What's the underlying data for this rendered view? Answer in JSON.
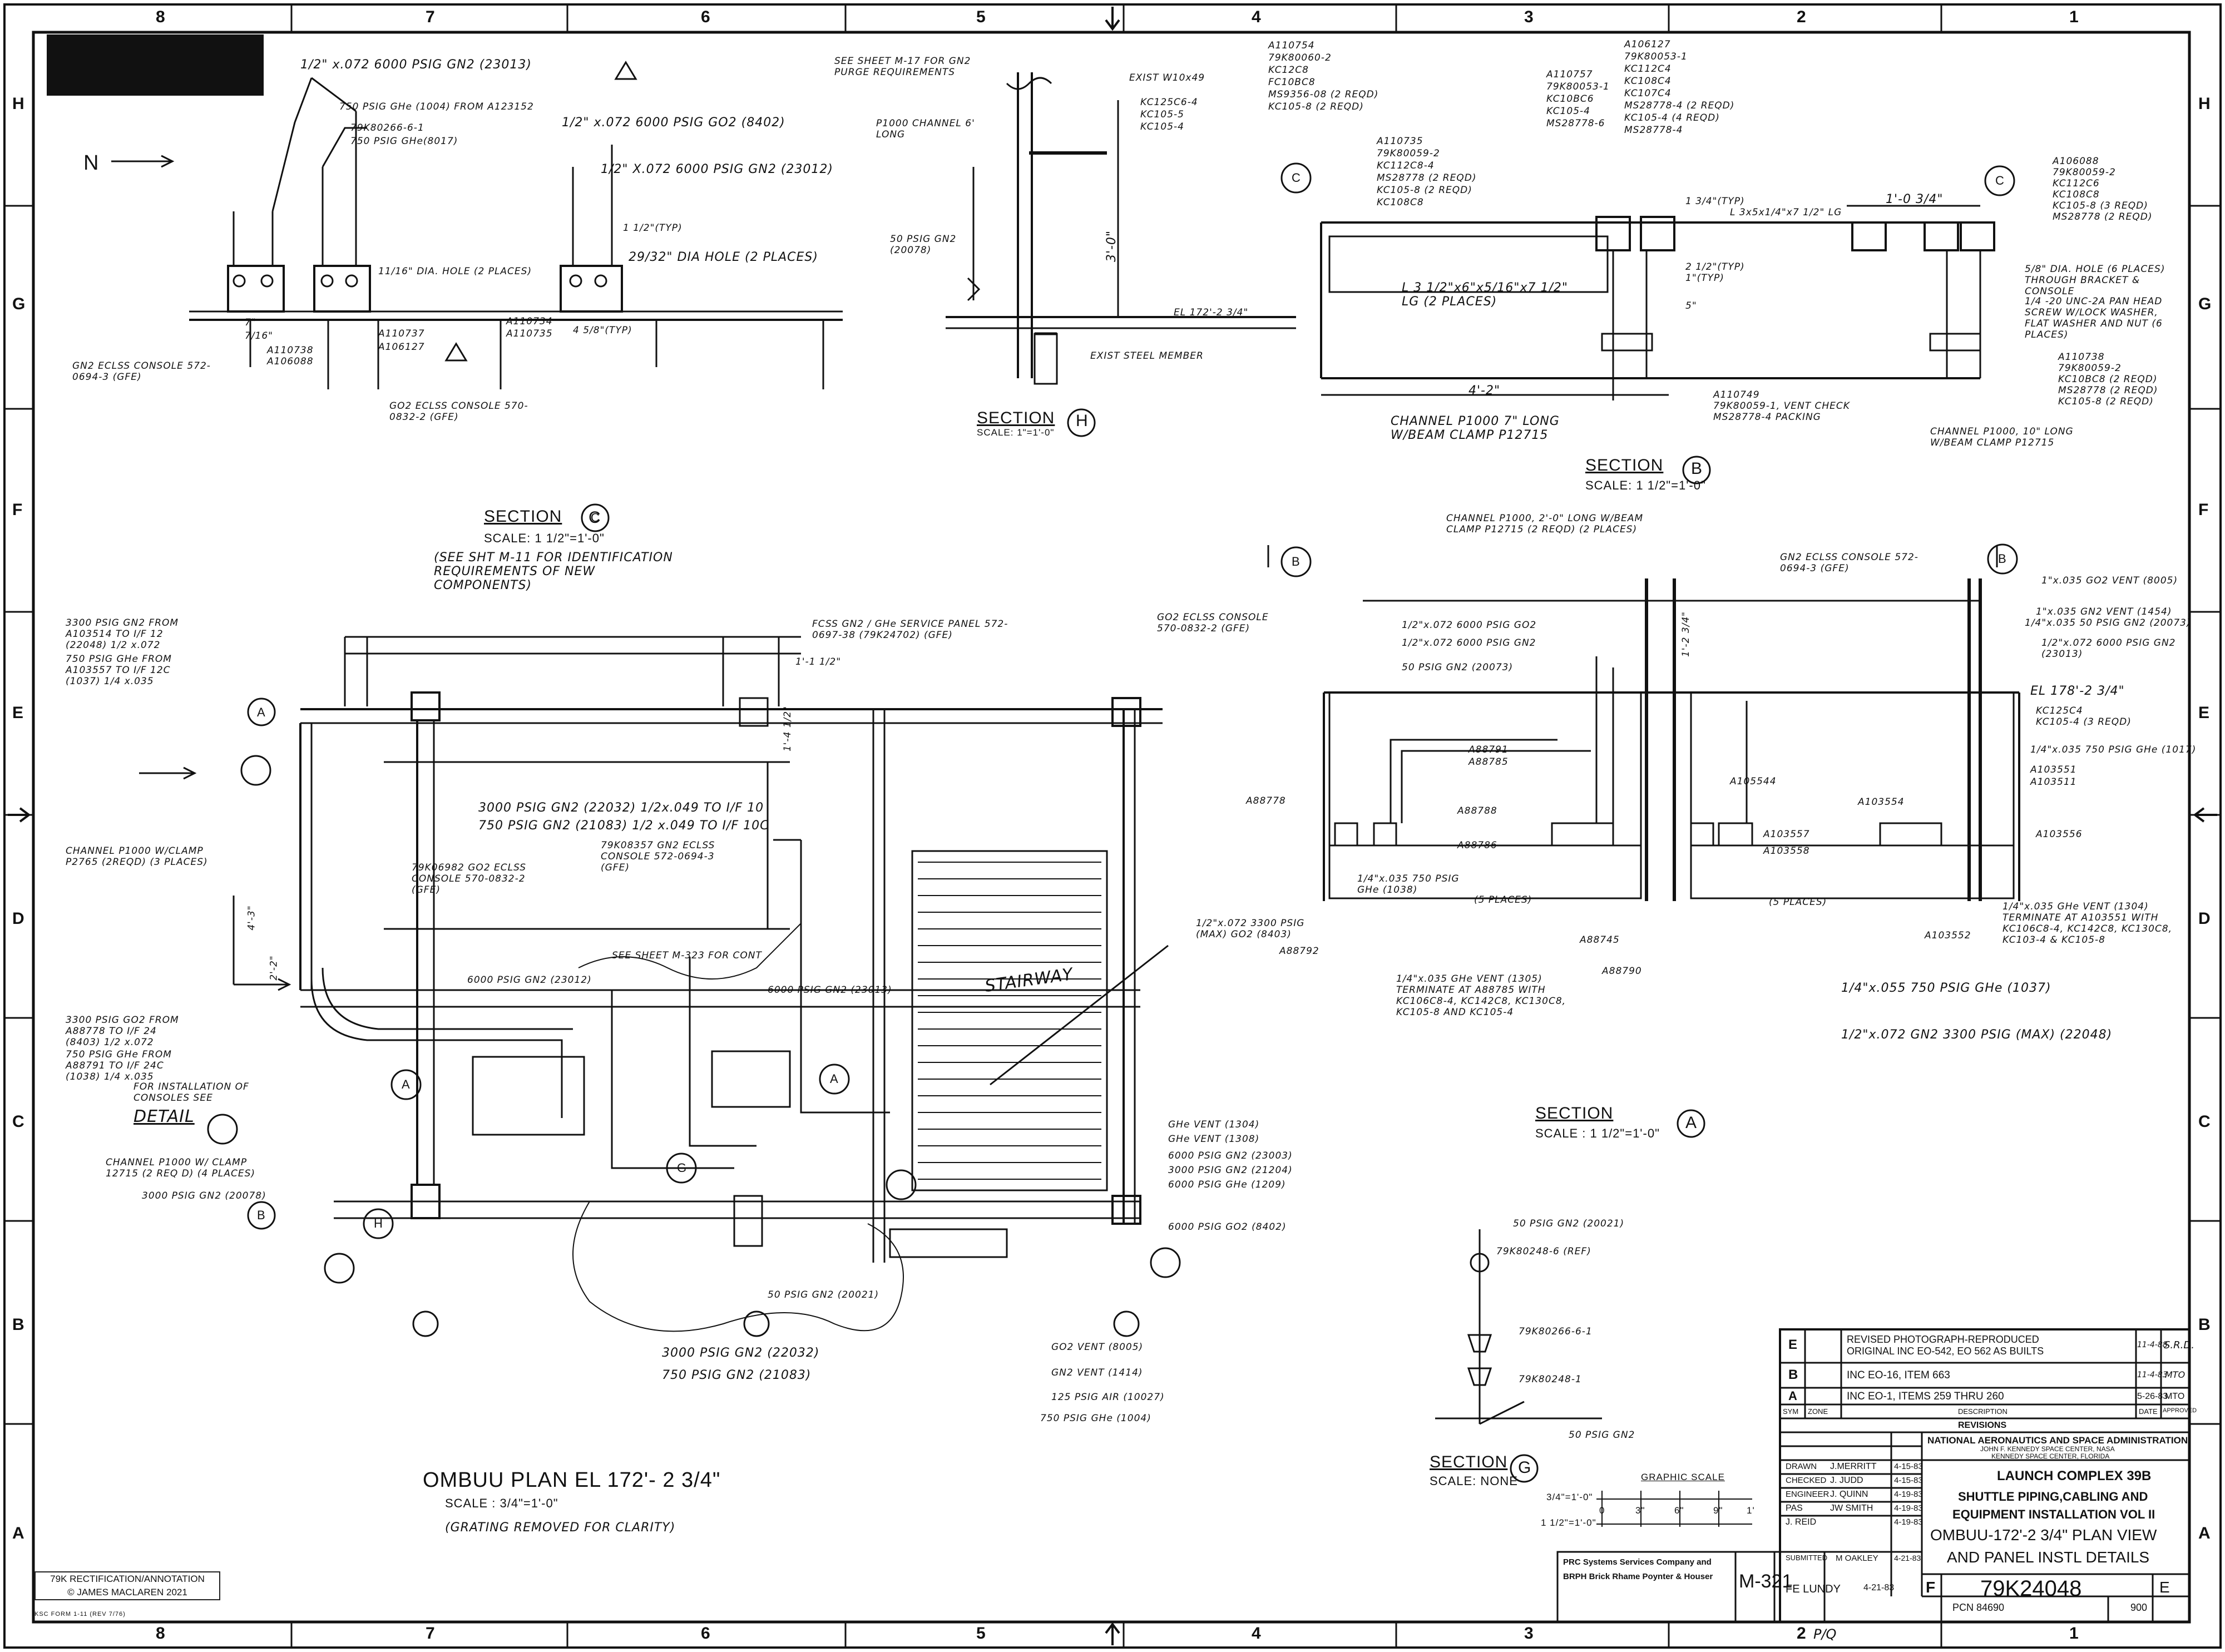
{
  "border": {
    "columns": [
      "8",
      "7",
      "6",
      "5",
      "4",
      "3",
      "2",
      "1"
    ],
    "rows": [
      "H",
      "G",
      "F",
      "E",
      "D",
      "C",
      "B",
      "A"
    ]
  },
  "plan": {
    "title": "OMBUU PLAN EL 172'- 2 3/4\"",
    "scale": "SCALE : 3/4\"=1'-0\"",
    "note": "(GRATING REMOVED FOR CLARITY)",
    "labels": {
      "gn2_3300": "3300 PSIG GN2 FROM A103514 TO I/F 12 (22048) 1/2 x.072",
      "ghe_750": "750 PSIG GHe FROM A103557 TO I/F 12C (1037) 1/4 x.035",
      "channel_p1000": "CHANNEL P1000 W/CLAMP P2765 (2REQD) (3 PLACES)",
      "gn2_3000": "3000 PSIG GN2 (22032) 1/2x.049 TO I/F 10",
      "gn2_750": "750 PSIG GN2 (21083) 1/2 x.049 TO I/F 10C",
      "console_gn2": "79K08357 GN2 ECLSS CONSOLE 572-0694-3 (GFE)",
      "console_go2": "79K06982 GO2 ECLSS CONSOLE 570-0832-2 (GFE)",
      "see_m323": "SEE SHEET M-323 FOR CONT",
      "gn2_6000": "6000 PSIG GN2 (23012)",
      "gn2_6000b": "6000 PSIG GN2 (23013)",
      "go2_3300": "3300 PSIG GO2 FROM A88778 TO I/F 24 (8403) 1/2 x.072",
      "ghe_750b": "750 PSIG GHe FROM A88791 TO I/F 24C (1038) 1/4 x.035",
      "install": "FOR INSTALLATION OF CONSOLES SEE",
      "detail": "DETAIL",
      "channel_12715": "CHANNEL P1000 W/ CLAMP 12715 (2 REQ D) (4 PLACES)",
      "gn2_20078": "3000 PSIG GN2 (20078)",
      "service_panel": "FCSS GN2 / GHe SERVICE PANEL 572-0697-38 (79K24702) (GFE)",
      "stairway": "STAIRWAY",
      "ghe_vent_1304": "GHe VENT (1304)",
      "ghe_vent_1308": "GHe VENT (1308)",
      "gn2_23003": "6000 PSIG GN2 (23003)",
      "gn2_21204": "3000 PSIG GN2 (21204)",
      "ghe_1209": "6000 PSIG GHe (1209)",
      "go2_8402": "6000 PSIG GO2 (8402)",
      "gn2_20021": "50 PSIG GN2 (20021)",
      "gn2_3000b": "3000 PSIG GN2 (22032)",
      "gn2_750b": "750 PSIG GN2 (21083)",
      "go2_vent": "GO2 VENT (8005)",
      "gn2_vent": "GN2 VENT (1414)",
      "air": "125 PSIG AIR (10027)",
      "ghe_1004": "750 PSIG GHe (1004)",
      "dim_4_3": "4'-3\"",
      "dim_2_2": "2'-2\"",
      "dim_1_10": "1'-1 1/2\"",
      "dim_1_4": "1'-4 1/2\""
    }
  },
  "section_c": {
    "title": "SECTION",
    "letter": "C",
    "scale": "SCALE: 1 1/2\"=1'-0\"",
    "note": "(SEE SHT M-11 FOR IDENTIFICATION REQUIREMENTS OF NEW COMPONENTS)",
    "labels": {
      "l1": "1/2\" x.072 6000 PSIG GN2 (23013)",
      "l2": "750 PSIG GHe (1004) FROM A123152",
      "l3": "79K80266-6-1",
      "l4": "750 PSIG GHe(8017)",
      "l5": "1/2\" x.072 6000 PSIG GO2 (8402)",
      "l6": "1/2\" X.072 6000 PSIG GN2 (23012)",
      "l7": "1 1/2\"(TYP)",
      "l8": "29/32\" DIA HOLE (2 PLACES)",
      "l9": "11/16\" DIA. HOLE (2 PLACES)",
      "l10": "A110737",
      "l11": "A106127",
      "l12": "A110734",
      "l13": "A110735",
      "l14": "4 5/8\"(TYP)",
      "l15": "A110738",
      "l16": "A106088",
      "l17": "GN2 ECLSS CONSOLE 572-0694-3 (GFE)",
      "l18": "GO2 ECLSS CONSOLE 570-0832-2 (GFE)",
      "north": "N",
      "dim7": "7\"",
      "dim716": "7/16\""
    }
  },
  "section_h": {
    "title": "SECTION",
    "letter": "H",
    "scale": "SCALE: 1\"=1'-0\"",
    "labels": {
      "a": "SEE SHEET M-17 FOR GN2 PURGE REQUIREMENTS",
      "b": "EXIST W10x49",
      "c": "KC125C6-4",
      "d": "KC105-5",
      "e": "KC105-4",
      "f": "P1000 CHANNEL 6' LONG",
      "g": "50 PSIG GN2 (20078)",
      "h": "EL 172'-2 3/4\"",
      "i": "EXIST STEEL MEMBER",
      "dim": "3'-0\""
    }
  },
  "section_b": {
    "title": "SECTION",
    "letter": "B",
    "scale": "SCALE: 1 1/2\"=1'-0\"",
    "labels": {
      "a": "A110754",
      "b": "79K80060-2",
      "c": "KC12C8",
      "d": "FC10BC8",
      "e": "MS9356-08 (2 REQD)",
      "f": "KC105-8 (2 REQD)",
      "g": "A110757",
      "h": "79K80053-1",
      "i": "KC10BC6",
      "j": "KC105-4",
      "k": "MS28778-6",
      "l": "A106127",
      "m": "79K80053-1",
      "n": "KC112C4",
      "o": "KC108C4",
      "p": "KC107C4",
      "q": "MS28778-4 (2 REQD)",
      "r": "KC105-4 (4 REQD)",
      "s": "MS28778-4",
      "t": "A110735",
      "u": "79K80059-2",
      "v": "KC112C8-4",
      "w": "MS28778 (2 REQD)",
      "x": "KC105-8 (2 REQD)",
      "y": "KC108C8",
      "z": "L 3x5x1/4\"x7 1/2\" LG",
      "aa": "L 3 1/2\"x6\"x5/16\"x7 1/2\" LG (2 PLACES)",
      "ab": "A110749",
      "ac": "79K80059-1, VENT CHECK",
      "ad": "MS28778-4 PACKING",
      "ae": "CHANNEL P1000 7\" LONG W/BEAM CLAMP P12715",
      "af": "A106088",
      "ag": "79K80059-2",
      "ah": "KC112C6",
      "ai": "KC108C8",
      "aj": "KC105-8 (3 REQD)",
      "ak": "MS28778 (2 REQD)",
      "al": "5/8\" DIA. HOLE (6 PLACES) THROUGH BRACKET & CONSOLE",
      "am": "1/4 -20 UNC-2A PAN HEAD SCREW W/LOCK WASHER, FLAT WASHER AND NUT (6 PLACES)",
      "an": "A110738",
      "ao": "79K80059-2",
      "ap": "KC10BC8 (2 REQD)",
      "aq": "MS28778 (2 REQD)",
      "ar": "KC105-8 (2 REQD)",
      "as": "CHANNEL P1000, 10\" LONG W/BEAM CLAMP P12715",
      "dim1": "4'-2\"",
      "dim2": "1'-0 3/4\"",
      "dim3": "1 3/4\"(TYP)",
      "dim4": "1\"(TYP)",
      "dim5": "2 1/2\"(TYP)",
      "dim6": "5\""
    }
  },
  "section_a": {
    "title": "SECTION",
    "letter": "A",
    "scale": "SCALE : 1 1/2\"=1'-0\"",
    "labels": {
      "a": "CHANNEL P1000, 2'-0\" LONG W/BEAM CLAMP P12715 (2 REQD) (2 PLACES)",
      "b": "GO2 ECLSS CONSOLE 570-0832-2 (GFE)",
      "c": "GN2 ECLSS CONSOLE 572-0694-3 (GFE)",
      "d": "1/2\"x.072 6000 PSIG GO2",
      "e": "1/2\"x.072 6000 PSIG GN2",
      "f": "50 PSIG GN2 (20073)",
      "g": "1\"x.035 GO2 VENT (8005)",
      "h": "1\"x.035 GN2 VENT (1454)",
      "i": "1/4\"x.035 50 PSIG GN2 (20073)",
      "j": "1/2\"x.072 6000 PSIG GN2 (23013)",
      "k": "EL 178'-2 3/4\"",
      "l": "KC125C4",
      "m": "KC105-4 (3 REQD)",
      "n": "1/4\"x.035 750 PSIG GHe (1017)",
      "o": "A103551",
      "p": "A103511",
      "q": "A88791",
      "r": "A88785",
      "s": "A88778",
      "t": "A88788",
      "u": "A88786",
      "v": "A105544",
      "w": "A103557",
      "x": "A103558",
      "y": "A103554",
      "z": "A103556",
      "aa": "1/4\"x.035 750 PSIG GHe (1038)",
      "ab": "(5 PLACES)",
      "ac": "1/2\"x.072 3300 PSIG (MAX) GO2 (8403)",
      "ad": "A88792",
      "ae": "A88745",
      "af": "A88790",
      "ag": "(5 PLACES)",
      "ah": "A103552",
      "ai": "1/4\"x.035 GHe VENT (1304) TERMINATE AT A103551 WITH KC106C8-4, KC142C8, KC130C8, KC103-4 & KC105-8",
      "aj": "1/4\"x.035 GHe VENT (1305) TERMINATE AT A88785 WITH KC106C8-4, KC142C8, KC130C8, KC105-8 AND KC105-4",
      "ak": "1/4\"x.055 750 PSIG GHe (1037)",
      "al": "1/2\"x.072 GN2 3300 PSIG (MAX) (22048)",
      "dim": "1'-2 3/4\""
    }
  },
  "section_g": {
    "title": "SECTION",
    "letter": "G",
    "scale": "SCALE: NONE",
    "labels": {
      "a": "50 PSIG GN2 (20021)",
      "b": "79K80248-6 (REF)",
      "c": "79K80266-6-1",
      "d": "79K80248-1",
      "e": "50 PSIG GN2"
    }
  },
  "graphic_scale": {
    "title": "GRAPHIC SCALE",
    "row1": "3/4\"=1'-0\"",
    "row2": "1 1/2\"=1'-0\"",
    "ticks": [
      "0",
      "3\"",
      "6\"",
      "9\"",
      "1'"
    ]
  },
  "revisions": {
    "header": "REVISIONS",
    "cols": [
      "SYM",
      "ZONE",
      "DESCRIPTION",
      "DATE",
      "APPROVED"
    ],
    "rows": [
      {
        "sym": "E",
        "desc": "REVISED PHOTOGRAPH-REPRODUCED ORIGINAL INC EO-542, EO 562 AS BUILTS",
        "date": "11-4-88",
        "appr": "S.R.D."
      },
      {
        "sym": "B",
        "desc": "INC EO-16, ITEM 663",
        "date": "11-4-83",
        "appr": "MTO"
      },
      {
        "sym": "A",
        "desc": "INC EO-1, ITEMS 259 THRU 260",
        "date": "5-26-83",
        "appr": "MTO"
      }
    ]
  },
  "title_block": {
    "signatures": [
      {
        "role": "DRAWN",
        "name": "J.MERRITT",
        "date": "4-15-83"
      },
      {
        "role": "CHECKED",
        "name": "J. JUDD",
        "date": "4-15-83"
      },
      {
        "role": "ENGINEER",
        "name": "J. QUINN",
        "date": "4-19-83"
      },
      {
        "role": "PAS",
        "name": "JW SMITH",
        "date": "4-19-83"
      },
      {
        "role": "",
        "name": "J. REID",
        "date": "4-19-83"
      },
      {
        "role": "SUBMITTED",
        "name": "M OAKLEY",
        "date": "4-21-83"
      }
    ],
    "agency": "NATIONAL AERONAUTICS AND SPACE ADMINISTRATION",
    "center": "JOHN F. KENNEDY SPACE CENTER, NASA",
    "center2": "KENNEDY SPACE CENTER, FLORIDA",
    "project1": "LAUNCH COMPLEX 39B",
    "project2": "SHUTTLE PIPING,CABLING AND",
    "project3": "EQUIPMENT INSTALLATION VOL II",
    "project4": "OMBUU-172'-2 3/4\" PLAN VIEW",
    "project5": "AND PANEL INSTL DETAILS",
    "contractor": "PRC Systems Services Company and",
    "contractor2": "BRPH Brick Rhame Poynter & Houser",
    "sheet_code": "M-321",
    "approved": "FE LUNDY",
    "approved_date": "4-21-83",
    "size": "F",
    "dwg_no": "79K24048",
    "rev": "E",
    "pcn": "PCN 84690",
    "sheet": "900",
    "pq": "P/Q"
  },
  "credit": {
    "line1": "79K RECTIFICATION/ANNOTATION",
    "line2": "© JAMES MACLAREN 2021"
  },
  "form": "KSC FORM 1-11 (REV 7/76)"
}
